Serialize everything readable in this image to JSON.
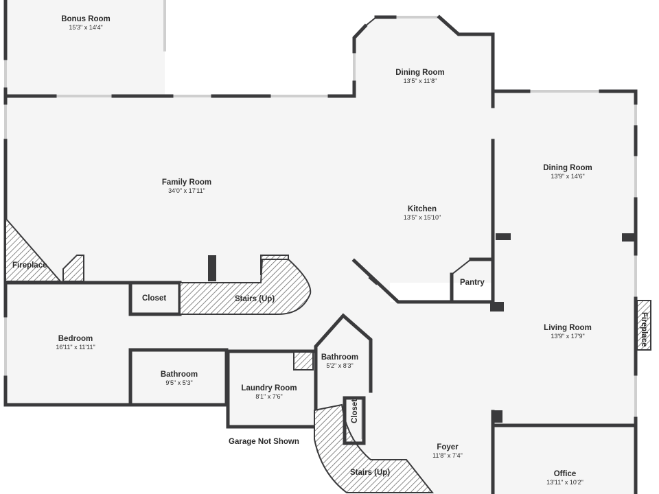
{
  "rooms": {
    "bonus_room": {
      "name": "Bonus Room",
      "dims": "15'3\" x 14'4\""
    },
    "dining_room_1": {
      "name": "Dining Room",
      "dims": "13'5\" x 11'8\""
    },
    "dining_room_2": {
      "name": "Dining Room",
      "dims": "13'9\" x 14'6\""
    },
    "family_room": {
      "name": "Family Room",
      "dims": "34'0\" x 17'11\""
    },
    "kitchen": {
      "name": "Kitchen",
      "dims": "13'5\" x 15'10\""
    },
    "bedroom": {
      "name": "Bedroom",
      "dims": "16'11\" x 11'11\""
    },
    "bathroom_1": {
      "name": "Bathroom",
      "dims": "9'5\" x 5'3\""
    },
    "laundry_room": {
      "name": "Laundry Room",
      "dims": "8'1\" x 7'6\""
    },
    "bathroom_2": {
      "name": "Bathroom",
      "dims": "5'2\" x 8'3\""
    },
    "living_room": {
      "name": "Living Room",
      "dims": "13'9\" x 17'9\""
    },
    "foyer": {
      "name": "Foyer",
      "dims": "11'8\" x 7'4\""
    },
    "office": {
      "name": "Office",
      "dims": "13'11\" x 10'2\""
    }
  },
  "labels": {
    "fireplace_left": "Fireplace",
    "fireplace_right": "Fireplace",
    "closet_1": "Closet",
    "closet_2": "Closet",
    "stairs_up_1": "Stairs (Up)",
    "stairs_up_2": "Stairs (Up)",
    "pantry": "Pantry",
    "garage_note": "Garage Not Shown"
  }
}
